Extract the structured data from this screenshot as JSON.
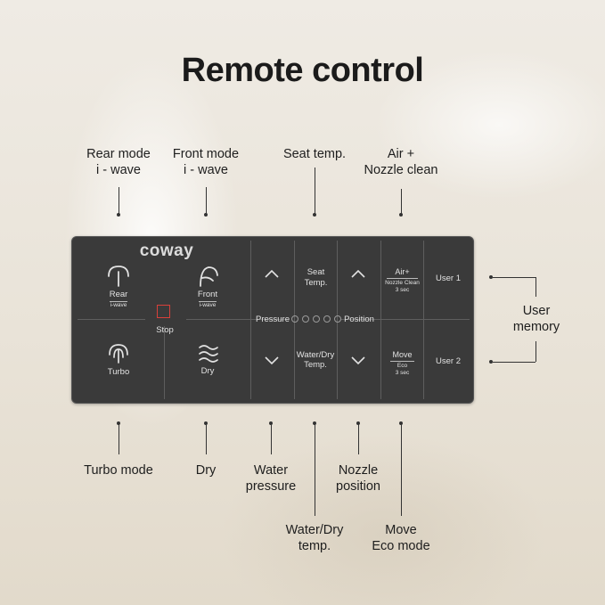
{
  "title": "Remote control",
  "callouts": {
    "rear_mode": [
      "Rear mode",
      "i - wave"
    ],
    "front_mode": [
      "Front mode",
      "i - wave"
    ],
    "seat_temp": [
      "Seat temp."
    ],
    "air_nozzle": [
      "Air +",
      "Nozzle clean"
    ],
    "user_memory": [
      "User",
      "memory"
    ],
    "turbo_mode": [
      "Turbo mode"
    ],
    "dry": [
      "Dry"
    ],
    "water_pressure": [
      "Water",
      "pressure"
    ],
    "water_dry_temp": [
      "Water/Dry",
      "temp."
    ],
    "nozzle_position": [
      "Nozzle",
      "position"
    ],
    "move_eco": [
      "Move",
      "Eco mode"
    ]
  },
  "remote": {
    "brand": "coway",
    "rear": "Rear",
    "iwave": "i-wave",
    "front": "Front",
    "stop": "Stop",
    "turbo": "Turbo",
    "dry": "Dry",
    "seat_temp": [
      "Seat",
      "Temp."
    ],
    "pressure": "Pressure",
    "position": "Position",
    "water_dry_temp": [
      "Water/Dry",
      "Temp."
    ],
    "air": "Air+",
    "nozzle_clean": "Nozzle Clean",
    "three_sec": "3 sec",
    "move": "Move",
    "eco": "Eco",
    "user1": "User 1",
    "user2": "User 2"
  },
  "colors": {
    "panel": "#3a3a3a",
    "panel_text": "#e2e2e2",
    "stop_accent": "#d8403a"
  },
  "icons": [
    "rear-spray-icon",
    "front-spray-icon",
    "stop-square-icon",
    "turbo-spray-icon",
    "dry-waves-icon",
    "chevron-up-icon",
    "chevron-down-icon",
    "pressure-level-dots"
  ]
}
